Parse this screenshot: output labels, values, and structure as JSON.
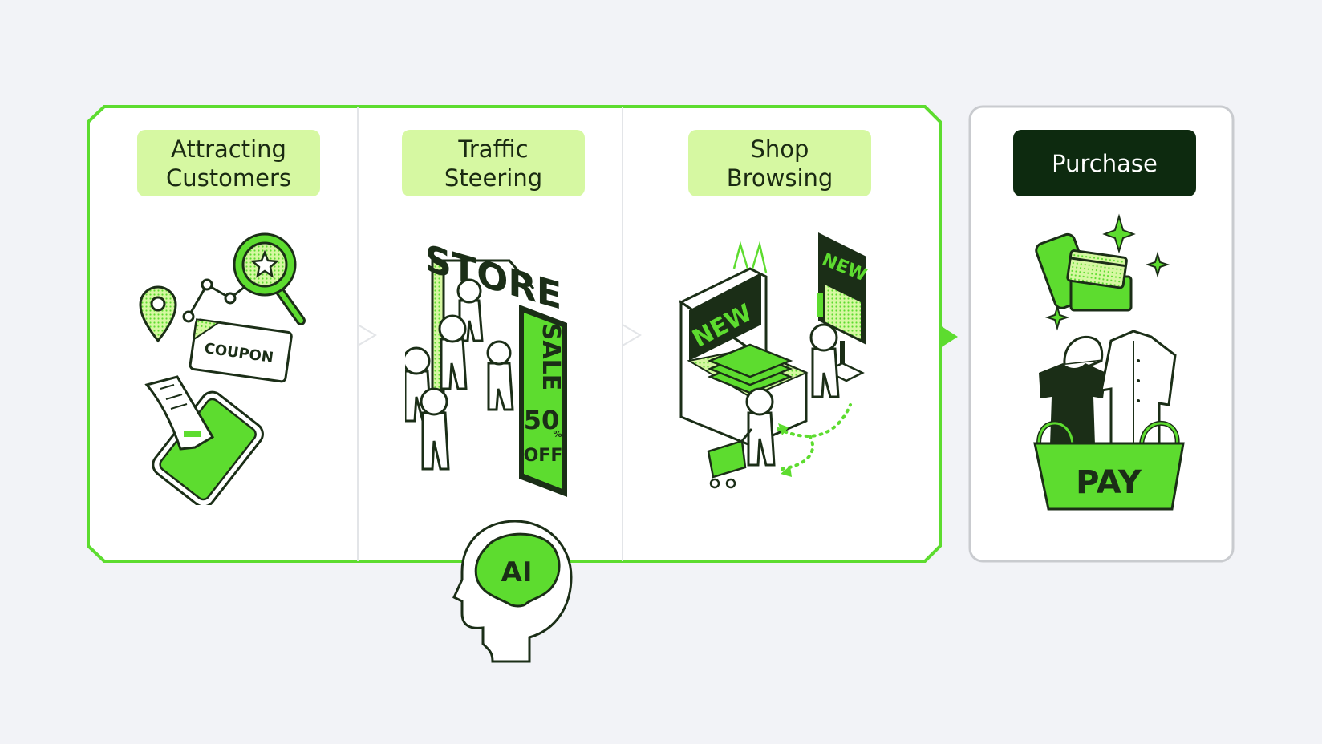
{
  "stages": [
    {
      "label_line1": "Attracting",
      "label_line2": "Customers",
      "icon": "coupon-phone-search-icon"
    },
    {
      "label_line1": "Traffic",
      "label_line2": "Steering",
      "icon": "store-entrance-icon"
    },
    {
      "label_line1": "Shop",
      "label_line2": "Browsing",
      "icon": "store-display-icon"
    },
    {
      "label_line1": "Purchase",
      "label_line2": "",
      "icon": "shopping-basket-pay-icon"
    }
  ],
  "illustration_text": {
    "coupon": "COUPON",
    "store": "STORE",
    "sale": "SALE",
    "discount": "50",
    "percent": "%",
    "off": "OFF",
    "new_left": "NEW",
    "new_right": "NEW",
    "pay": "PAY",
    "ai": "AI"
  },
  "colors": {
    "accent_green": "#5ddc2f",
    "light_green": "#d6f8a2",
    "dark_green": "#0d2a0f",
    "outline": "#1b2e17",
    "frame_gray": "#c9cbcf",
    "background": "#f2f3f7"
  }
}
